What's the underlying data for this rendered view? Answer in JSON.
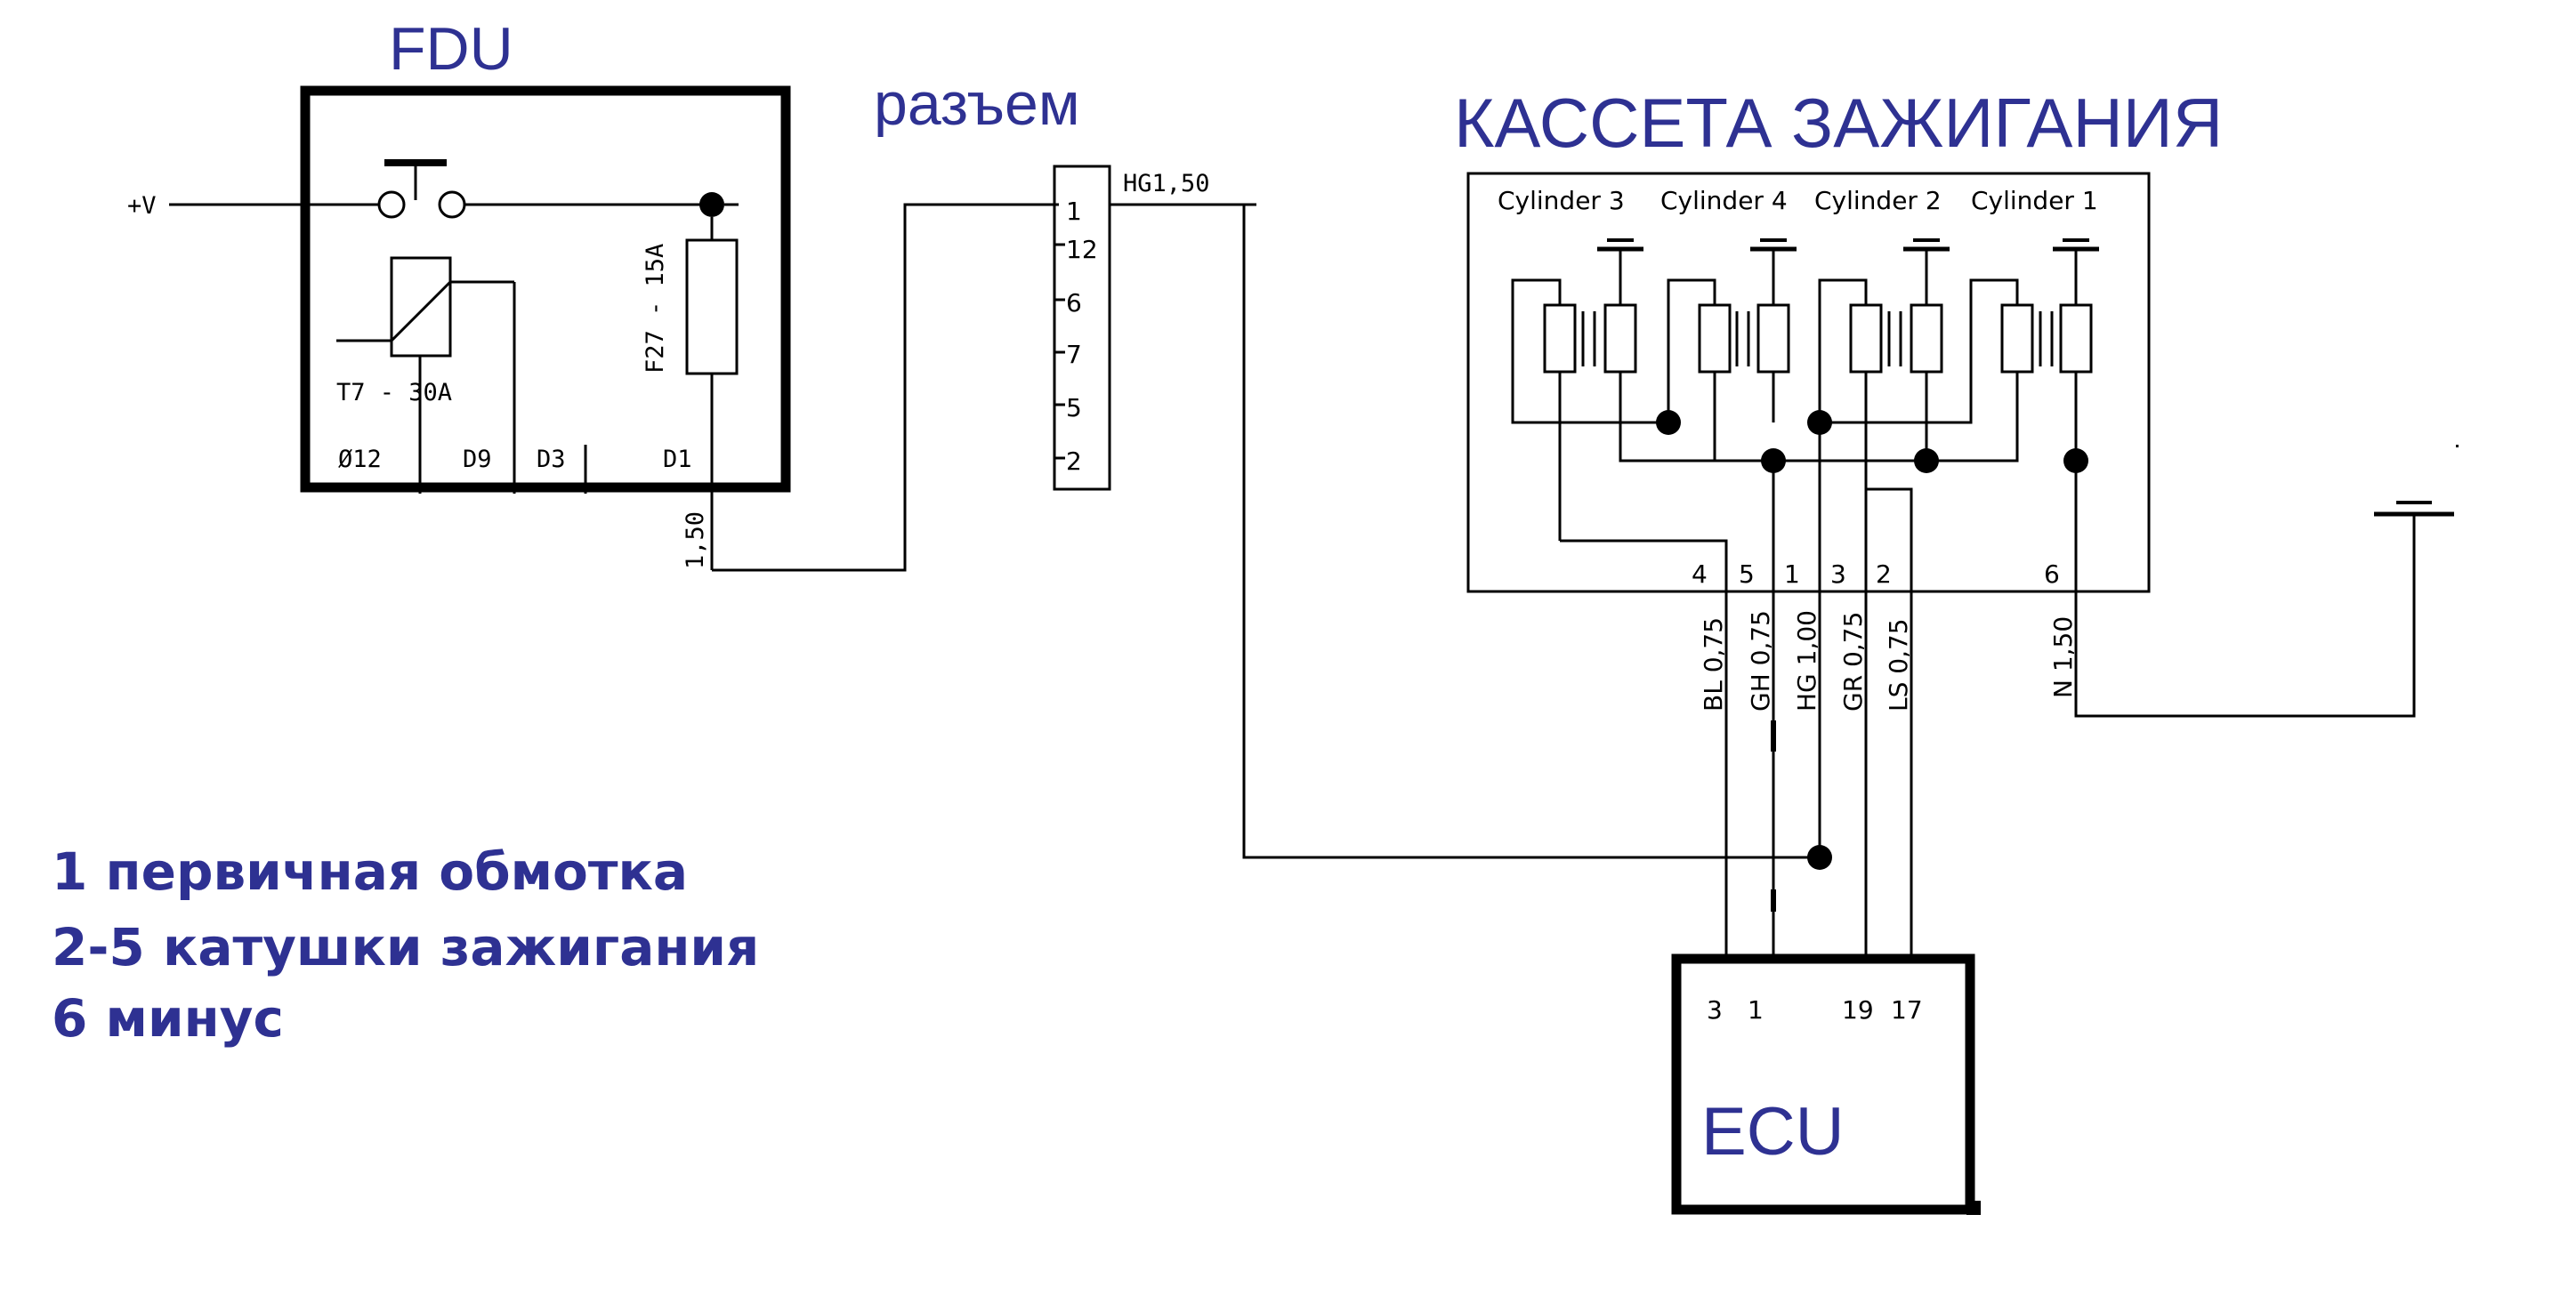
{
  "titles": {
    "fdu": "FDU",
    "connector": "разъем",
    "cassette": "КАССЕТА ЗАЖИГАНИЯ",
    "ecu": "ECU"
  },
  "fdu": {
    "input_label": "+V",
    "relay_label": "T7 - 30A",
    "fuse_label": "F27 - 15A",
    "pins": [
      "Ø12",
      "D9",
      "D3",
      "D1"
    ],
    "wire_label": "1,50"
  },
  "connector": {
    "pins": [
      "1",
      "12",
      "6",
      "7",
      "5",
      "2"
    ],
    "wire_label": "HG1,50"
  },
  "cassette": {
    "cylinders": [
      "Cylinder 3",
      "Cylinder 4",
      "Cylinder 2",
      "Cylinder 1"
    ],
    "pins": [
      "4",
      "5",
      "1",
      "3",
      "2",
      "6"
    ]
  },
  "wires": [
    "BL 0,75",
    "GH 0,75",
    "HG 1,00",
    "GR 0,75",
    "LS 0,75",
    "N 1,50"
  ],
  "ecu": {
    "pins": [
      "3",
      "1",
      "19",
      "17"
    ]
  },
  "legend": [
    "1 первичная обмотка",
    "2-5 катушки зажигания",
    "6 минус"
  ]
}
